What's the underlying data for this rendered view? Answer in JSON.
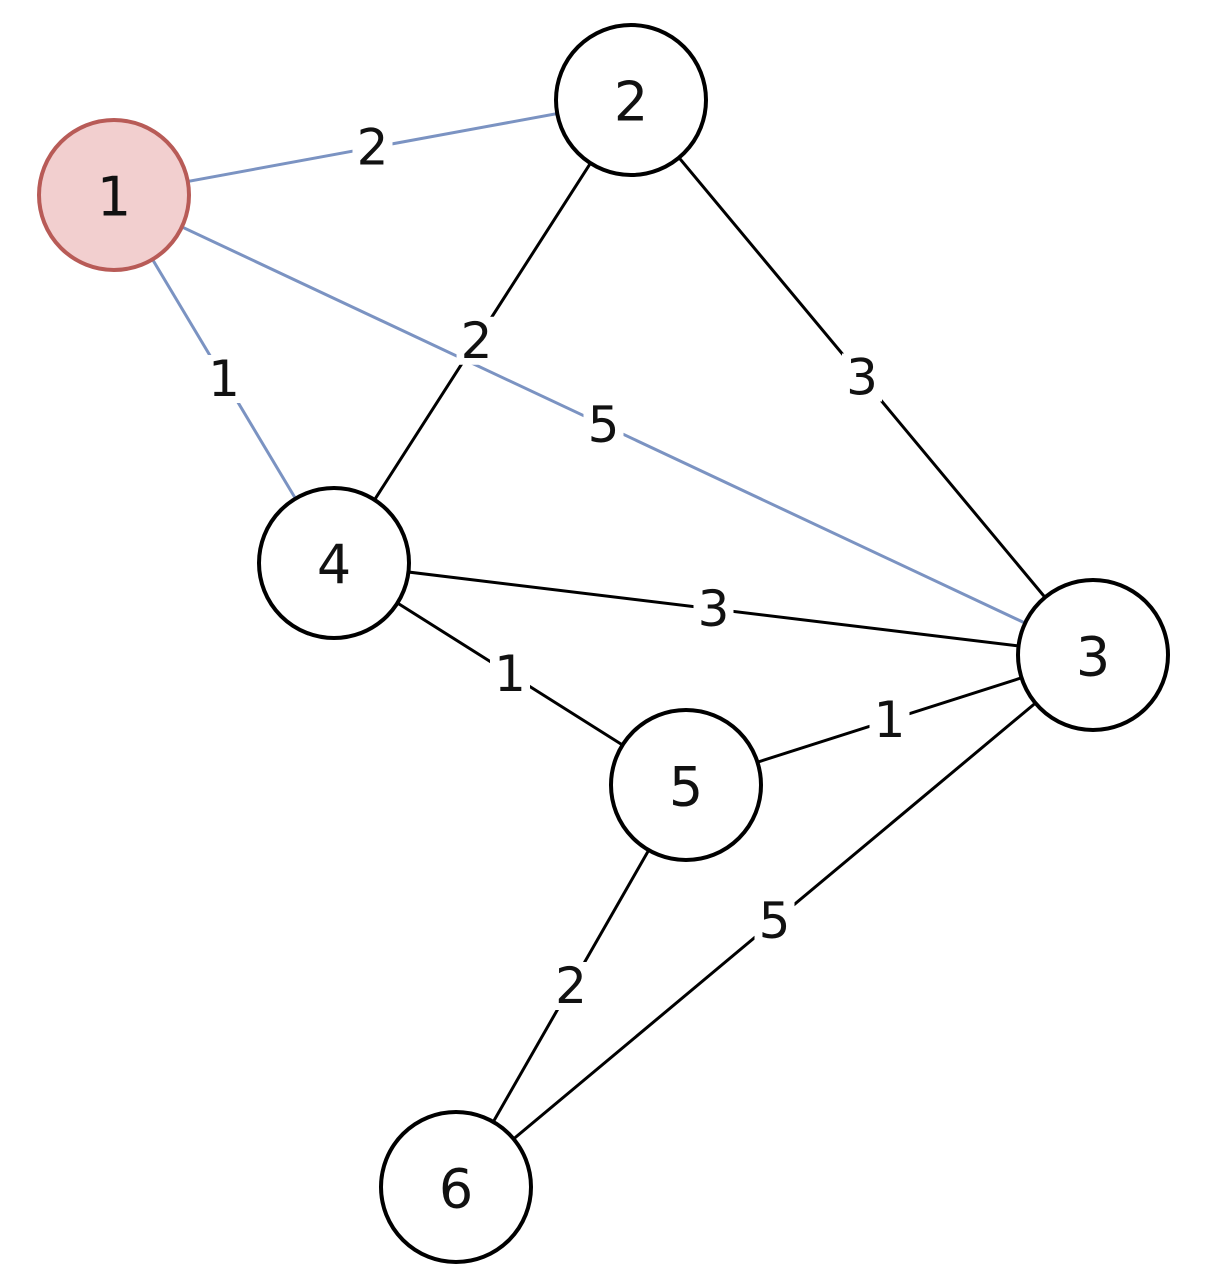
{
  "colors": {
    "highlight_edge": "#7b93c2",
    "normal_edge": "#000000",
    "highlight_node_fill": "#f2cfcf",
    "highlight_node_stroke": "#b85b57",
    "node_fill": "#ffffff",
    "node_stroke": "#000000"
  },
  "nodes": [
    {
      "id": "1",
      "label": "1",
      "highlighted": true
    },
    {
      "id": "2",
      "label": "2",
      "highlighted": false
    },
    {
      "id": "3",
      "label": "3",
      "highlighted": false
    },
    {
      "id": "4",
      "label": "4",
      "highlighted": false
    },
    {
      "id": "5",
      "label": "5",
      "highlighted": false
    },
    {
      "id": "6",
      "label": "6",
      "highlighted": false
    }
  ],
  "edges": [
    {
      "from": "1",
      "to": "2",
      "weight": "2",
      "highlighted": true
    },
    {
      "from": "1",
      "to": "4",
      "weight": "1",
      "highlighted": true
    },
    {
      "from": "1",
      "to": "3",
      "weight": "5",
      "highlighted": true
    },
    {
      "from": "2",
      "to": "4",
      "weight": "2",
      "highlighted": false
    },
    {
      "from": "2",
      "to": "3",
      "weight": "3",
      "highlighted": false
    },
    {
      "from": "4",
      "to": "3",
      "weight": "3",
      "highlighted": false
    },
    {
      "from": "4",
      "to": "5",
      "weight": "1",
      "highlighted": false
    },
    {
      "from": "5",
      "to": "3",
      "weight": "1",
      "highlighted": false
    },
    {
      "from": "5",
      "to": "6",
      "weight": "2",
      "highlighted": false
    },
    {
      "from": "3",
      "to": "6",
      "weight": "5",
      "highlighted": false
    }
  ]
}
